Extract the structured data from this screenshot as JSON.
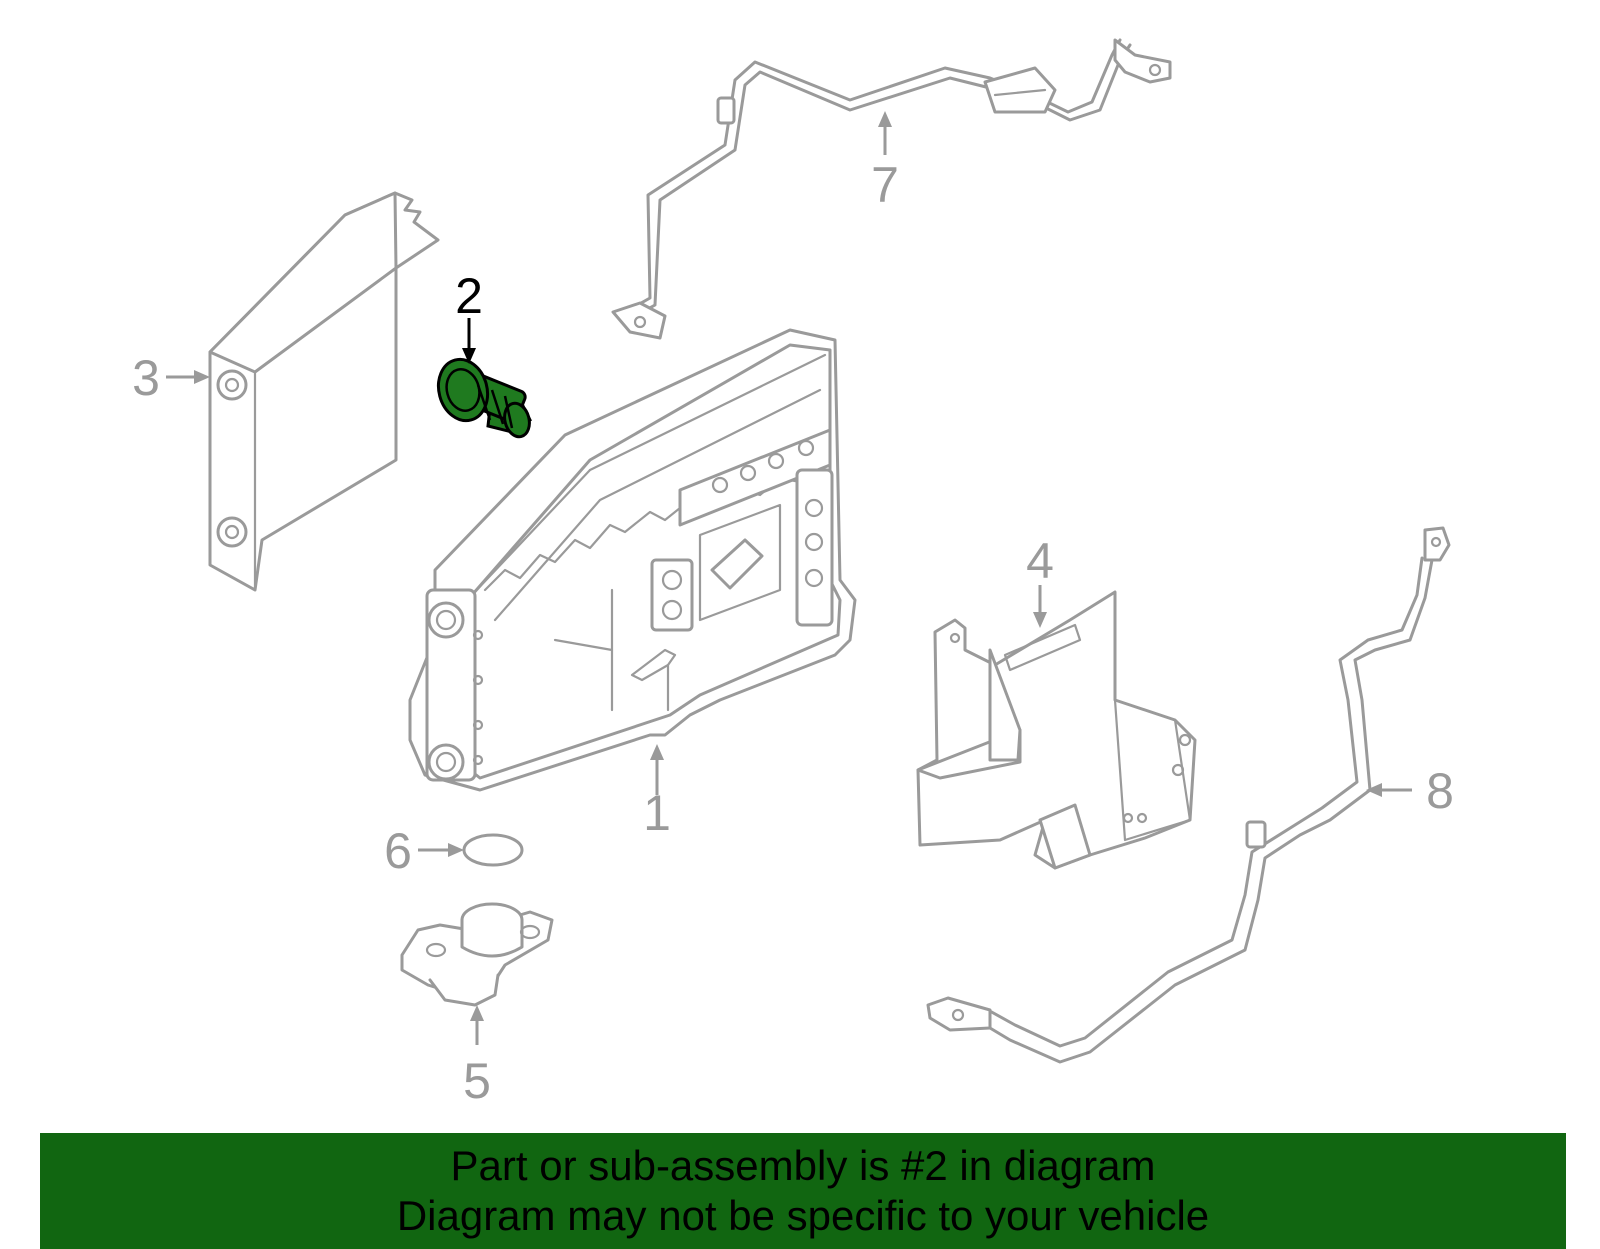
{
  "callouts": {
    "c1": "1",
    "c2": "2",
    "c3": "3",
    "c4": "4",
    "c5": "5",
    "c6": "6",
    "c7": "7",
    "c8": "8"
  },
  "highlighted_part": "2",
  "colors": {
    "highlight": "#1f7a1f",
    "banner": "#116611",
    "parts_outline": "#9a9a9a"
  },
  "banner": {
    "line1": "Part or sub-assembly is #2 in diagram",
    "line2": "Diagram may not be specific to your vehicle"
  }
}
